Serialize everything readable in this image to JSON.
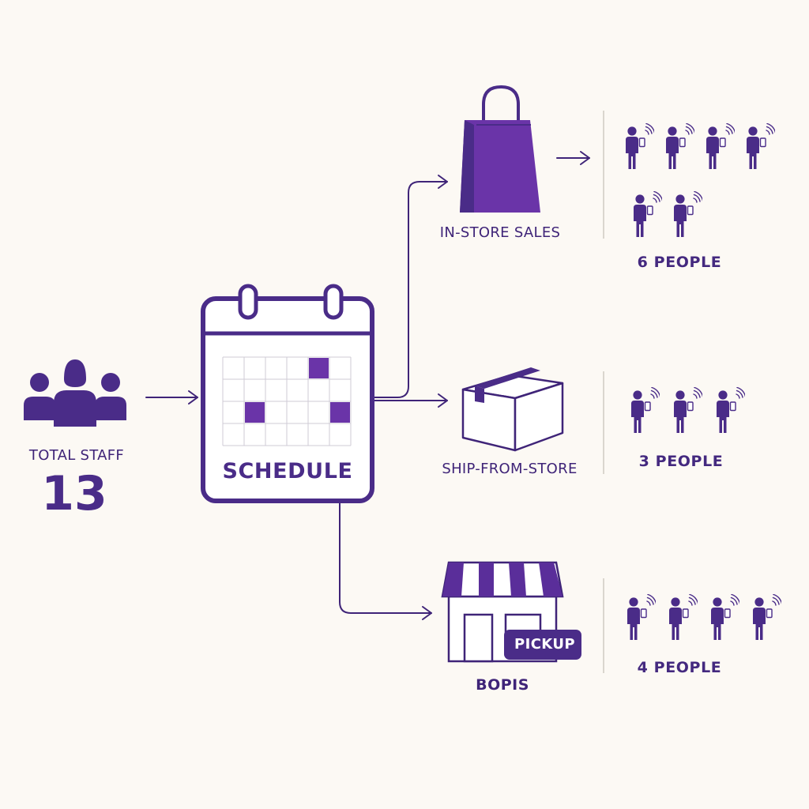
{
  "colors": {
    "primary": "#4a2c88",
    "accent": "#6a34a8",
    "line": "#3f2478",
    "grid": "#cfcbd6",
    "background": "#fcf9f4",
    "divider": "#cfcac2"
  },
  "staff": {
    "label": "TOTAL STAFF",
    "count": "13",
    "icon": "team-icon"
  },
  "schedule": {
    "label": "SCHEDULE",
    "icon": "calendar-icon",
    "grid_rows": 4,
    "grid_cols": 6
  },
  "channels": [
    {
      "id": "in-store",
      "label": "IN-STORE SALES",
      "icon": "shopping-bag-icon",
      "people": 6,
      "people_label": "6 PEOPLE"
    },
    {
      "id": "ship",
      "label": "SHIP-FROM-STORE",
      "icon": "package-box-icon",
      "people": 3,
      "people_label": "3 PEOPLE"
    },
    {
      "id": "bopis",
      "label": "BOPIS",
      "icon": "storefront-icon",
      "badge": "PICKUP",
      "people": 4,
      "people_label": "4 PEOPLE"
    }
  ],
  "person_icon": "person-with-phone-icon"
}
